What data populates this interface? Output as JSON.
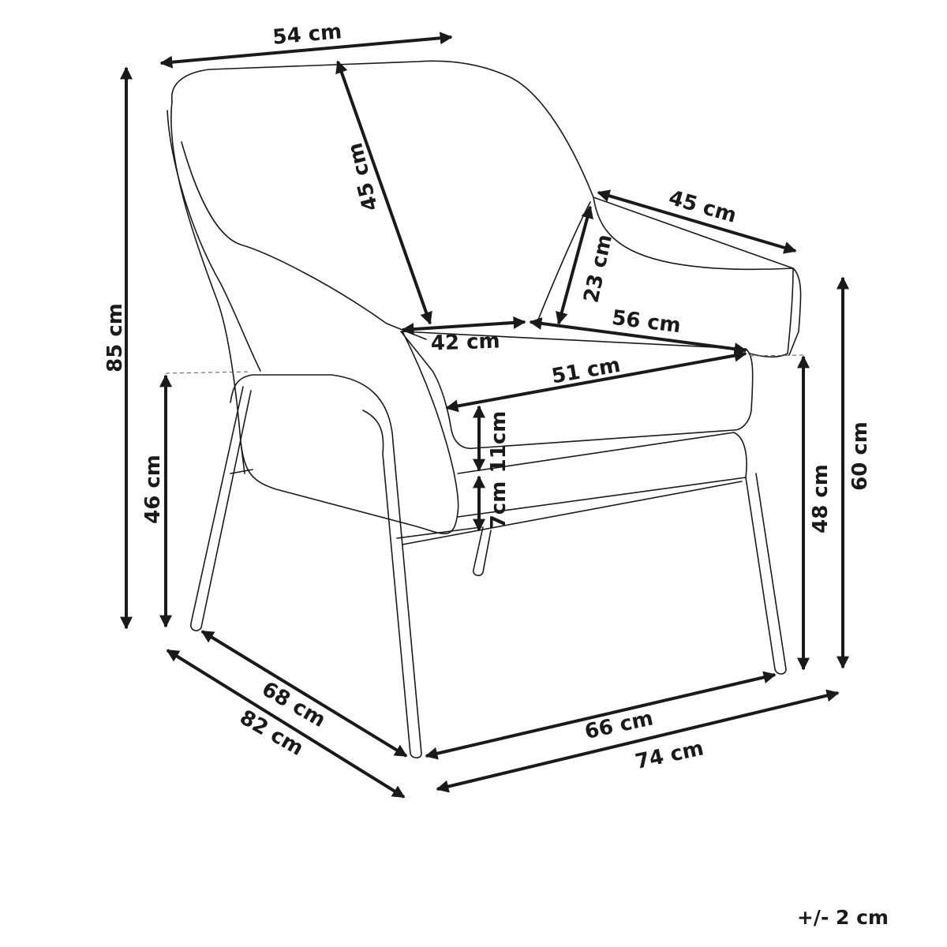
{
  "dimensions": {
    "backrest_width": "54 cm",
    "backrest_height": "45 cm",
    "total_height": "85 cm",
    "armrest_depth": "45 cm",
    "armrest_height": "23 cm",
    "seat_depth_side": "56 cm",
    "seat_depth_front": "42 cm",
    "seat_width": "51 cm",
    "cushion_thickness": "11cm",
    "seat_base_thickness": "7cm",
    "seat_height_left": "46 cm",
    "seat_height_right": "48 cm",
    "armrest_total_height": "60 cm",
    "leg_depth": "68 cm",
    "total_depth": "82 cm",
    "leg_width": "66 cm",
    "total_width": "74 cm"
  },
  "tolerance": "+/- 2 cm"
}
